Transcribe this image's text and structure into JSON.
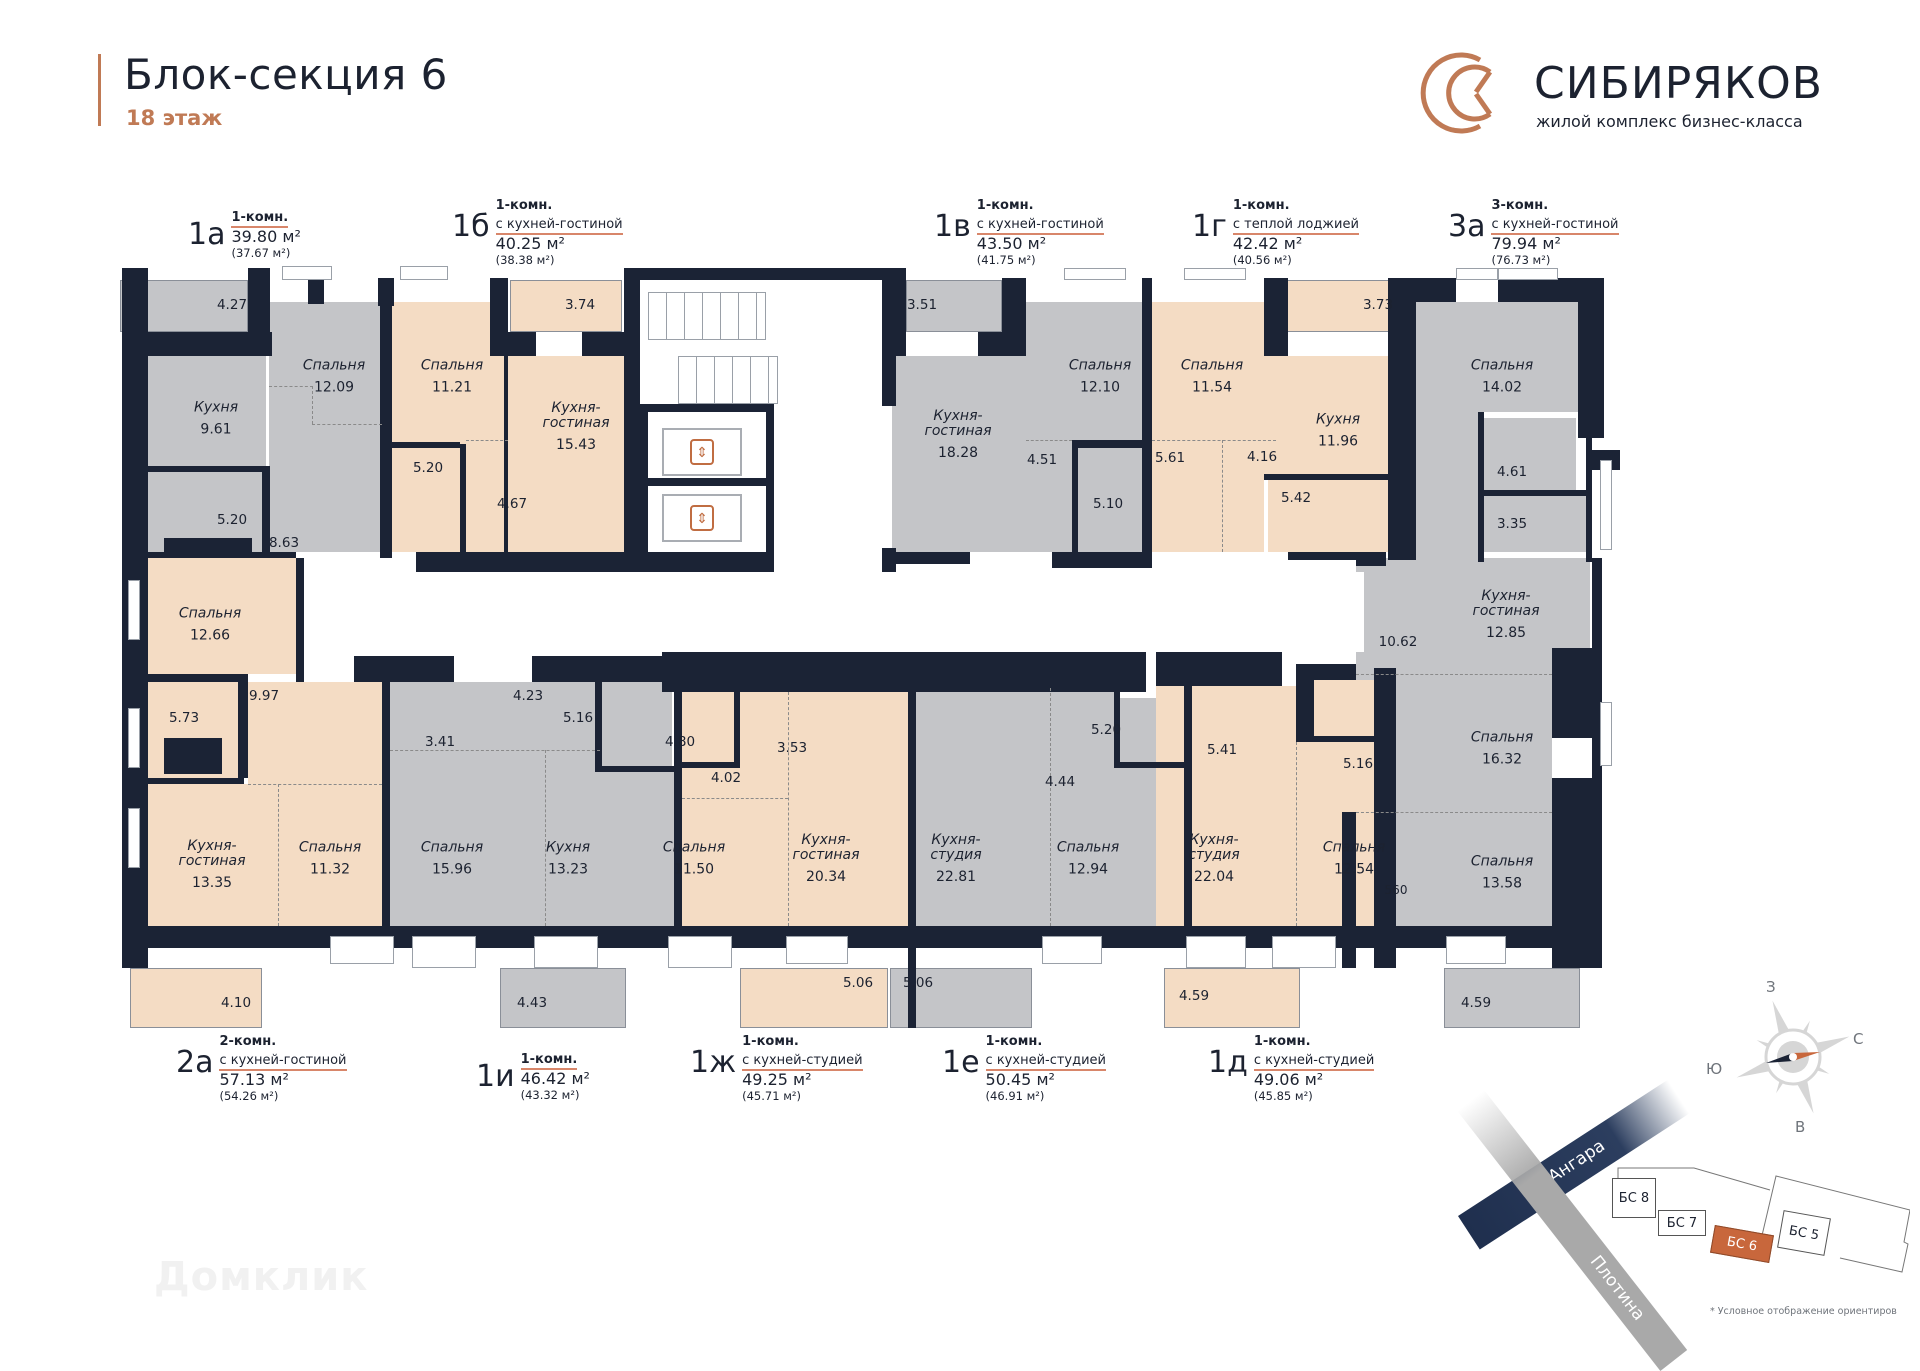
{
  "header": {
    "title": "Блок-секция 6",
    "floor": "18 этаж"
  },
  "brand": {
    "name": "СИБИРЯКОВ",
    "tagline": "жилой комплекс бизнес-класса",
    "accent_color": "#c07a55"
  },
  "apartments_top": [
    {
      "code": "1а",
      "rooms": "1-комн.",
      "desc": "",
      "total": "39.80 м²",
      "living": "(37.67 м²)"
    },
    {
      "code": "1б",
      "rooms": "1-комн.",
      "desc": "с кухней-гостиной",
      "total": "40.25 м²",
      "living": "(38.38 м²)"
    },
    {
      "code": "1в",
      "rooms": "1-комн.",
      "desc": "с кухней-гостиной",
      "total": "43.50 м²",
      "living": "(41.75 м²)"
    },
    {
      "code": "1г",
      "rooms": "1-комн.",
      "desc": "с теплой лоджией",
      "total": "42.42 м²",
      "living": "(40.56 м²)"
    },
    {
      "code": "3а",
      "rooms": "3-комн.",
      "desc": "с кухней-гостиной",
      "total": "79.94 м²",
      "living": "(76.73 м²)"
    }
  ],
  "apartments_bottom": [
    {
      "code": "2а",
      "rooms": "2-комн.",
      "desc": "с кухней-гостиной",
      "total": "57.13 м²",
      "living": "(54.26 м²)"
    },
    {
      "code": "1и",
      "rooms": "1-комн.",
      "desc": "",
      "total": "46.42 м²",
      "living": "(43.32 м²)"
    },
    {
      "code": "1ж",
      "rooms": "1-комн.",
      "desc": "с кухней-студией",
      "total": "49.25 м²",
      "living": "(45.71 м²)"
    },
    {
      "code": "1е",
      "rooms": "1-комн.",
      "desc": "с кухней-студией",
      "total": "50.45 м²",
      "living": "(46.91 м²)"
    },
    {
      "code": "1д",
      "rooms": "1-комн.",
      "desc": "с кухней-студией",
      "total": "49.06 м²",
      "living": "(45.85 м²)"
    }
  ],
  "rooms": {
    "a1_balcony": "4.27",
    "a1_kitchen_name": "Кухня",
    "a1_kitchen": "9.61",
    "a1_bed_name": "Спальня",
    "a1_bed": "12.09",
    "a1_bath": "5.20",
    "a1_hall": "8.63",
    "b1_balcony": "3.74",
    "b1_bed_name": "Спальня",
    "b1_bed": "11.21",
    "b1_kl_name": "Кухня-гостиная",
    "b1_kl": "15.43",
    "b1_bath": "5.20",
    "b1_hall": "4.67",
    "v1_balcony": "3.51",
    "v1_kl_name": "Кухня-гостиная",
    "v1_kl": "18.28",
    "v1_bed_name": "Спальня",
    "v1_bed": "12.10",
    "v1_hall": "4.51",
    "v1_bath": "5.10",
    "g1_balcony": "3.73",
    "g1_bed_name": "Спальня",
    "g1_bed": "11.54",
    "g1_kitchen_name": "Кухня",
    "g1_kitchen": "11.96",
    "g1_hall1": "5.61",
    "g1_hall2": "4.16",
    "g1_bath": "5.42",
    "a3_bed1_name": "Спальня",
    "a3_bed1": "14.02",
    "a3_bath1": "4.61",
    "a3_bath2": "3.35",
    "a3_hall": "10.62",
    "a3_kl_name": "Кухня-гостиная",
    "a3_kl": "12.85",
    "a3_bed2_name": "Спальня",
    "a3_bed2": "16.32",
    "a3_bed3_name": "Спальня",
    "a3_bed3": "13.58",
    "a3_balcony": "4.59",
    "a2_bed1_name": "Спальня",
    "a2_bed1": "12.66",
    "a2_hall": "9.97",
    "a2_bath": "5.73",
    "a2_kl_name": "Кухня-гостиная",
    "a2_kl": "13.35",
    "a2_bed2_name": "Спальня",
    "a2_bed2": "11.32",
    "a2_balcony": "4.10",
    "i1_hall1": "3.41",
    "i1_hall2": "4.23",
    "i1_bath": "5.16",
    "i1_bed_name": "Спальня",
    "i1_bed": "15.96",
    "i1_kitchen_name": "Кухня",
    "i1_kitchen": "13.23",
    "i1_balcony": "4.43",
    "zh1_bath": "4.80",
    "zh1_hall1": "4.02",
    "zh1_hall2": "3.53",
    "zh1_bed_name": "Спальня",
    "zh1_bed": "11.50",
    "zh1_kl_name": "Кухня-гостиная",
    "zh1_kl": "20.34",
    "zh1_balcony": "5.06",
    "e1_ks_name": "Кухня-студия",
    "e1_ks": "22.81",
    "e1_bath": "5.20",
    "e1_hall": "4.44",
    "e1_bed_name": "Спальня",
    "e1_bed": "12.94",
    "e1_balcony": "5.06",
    "d1_hall": "5.41",
    "d1_bath": "5.16",
    "d1_ks_name": "Кухня-студия",
    "d1_ks": "22.04",
    "d1_bed_name": "Спальня",
    "d1_bed": "12.54",
    "d1_balcony": "4.59",
    "d1_dim": "560"
  },
  "compass": {
    "north": "С",
    "south": "Ю",
    "east": "В",
    "west": "З"
  },
  "site_map": {
    "river": "р. Ангара",
    "dam": "Плотина",
    "buildings": [
      "БС 8",
      "БС 7",
      "БС 6",
      "БС 5"
    ],
    "active_building": "БС 6",
    "active_color": "#c8673c",
    "note": "* Условное отображение ориентиров"
  },
  "watermark": "Домклик",
  "colors": {
    "wall": "#1b2335",
    "peach": "#f4dcc4",
    "grey": "#c4c5c8",
    "fixture": "#d8866a"
  }
}
